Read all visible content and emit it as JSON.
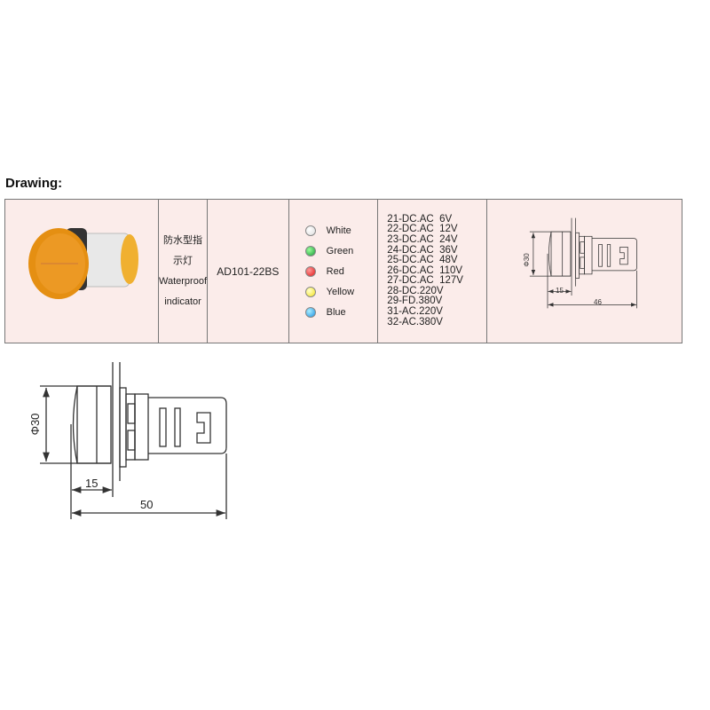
{
  "heading": "Drawing:",
  "product": {
    "name_cn_1": "防水型指",
    "name_cn_2": "示灯",
    "name_en_1": "Waterproof",
    "name_en_2": "indicator",
    "model": "AD101-22BS",
    "colors": [
      {
        "label": "White",
        "hex": "#ffffff"
      },
      {
        "label": "Green",
        "hex": "#1a9a3a"
      },
      {
        "label": "Red",
        "hex": "#e01818"
      },
      {
        "label": "Yellow",
        "hex": "#f5e21a"
      },
      {
        "label": "Blue",
        "hex": "#1e90e0"
      }
    ],
    "voltages": [
      "21-DC.AC  6V",
      "22-DC.AC  12V",
      "23-DC.AC  24V",
      "24-DC.AC  36V",
      "25-DC.AC  48V",
      "26-DC.AC  110V",
      "27-DC.AC  127V",
      "28-DC.220V",
      "29-FD.380V",
      "31-AC.220V",
      "32-AC.380V"
    ]
  },
  "small_drawing": {
    "diameter": "Φ30",
    "dim_front": "15",
    "dim_total": "46"
  },
  "large_drawing": {
    "diameter": "Φ30",
    "dim_front": "15",
    "dim_total": "50"
  }
}
